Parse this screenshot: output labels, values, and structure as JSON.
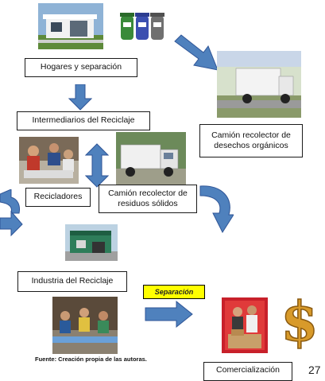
{
  "nodes": {
    "hogares": "Hogares y separación",
    "camion_organicos": "Camión recolector de desechos orgánicos",
    "intermediarios": "Intermediarios del Reciclaje",
    "recicladores": "Recicladores",
    "camion_solidos": "Camión recolector de residuos sólidos",
    "industria": "Industria del Reciclaje",
    "separacion": "Separación",
    "comercializacion": "Comercialización"
  },
  "footer": {
    "source": "Fuente: Creación propia de las autoras.",
    "page_number": "27"
  },
  "colors": {
    "arrow_fill": "#4f81bd",
    "arrow_stroke": "#2f5597",
    "separacion_bg": "#ffff00"
  }
}
